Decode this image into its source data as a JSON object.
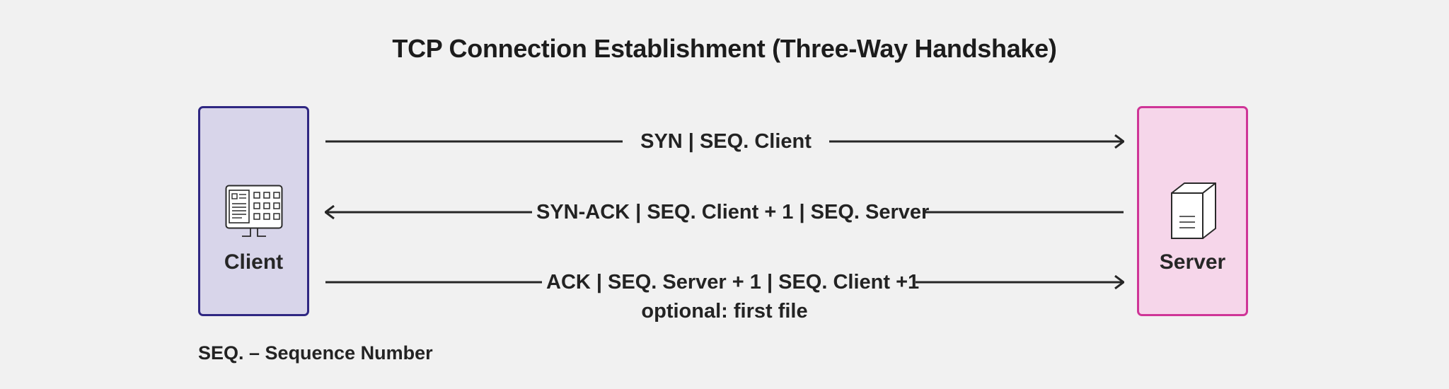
{
  "title": "TCP Connection Establishment (Three-Way Handshake)",
  "nodes": {
    "client": {
      "label": "Client",
      "icon": "monitor-icon",
      "fill": "#d8d5ea",
      "stroke": "#2f2782"
    },
    "server": {
      "label": "Server",
      "icon": "server-tower-icon",
      "fill": "#f6d6ea",
      "stroke": "#cf3597"
    }
  },
  "messages": [
    {
      "label": "SYN | SEQ. Client",
      "direction": "client-to-server"
    },
    {
      "label": "SYN-ACK | SEQ. Client + 1 | SEQ. Server",
      "direction": "server-to-client"
    },
    {
      "label": "ACK | SEQ. Server + 1 | SEQ. Client +1",
      "note": "optional: first file",
      "direction": "client-to-server"
    }
  ],
  "legend": "SEQ. – Sequence Number"
}
